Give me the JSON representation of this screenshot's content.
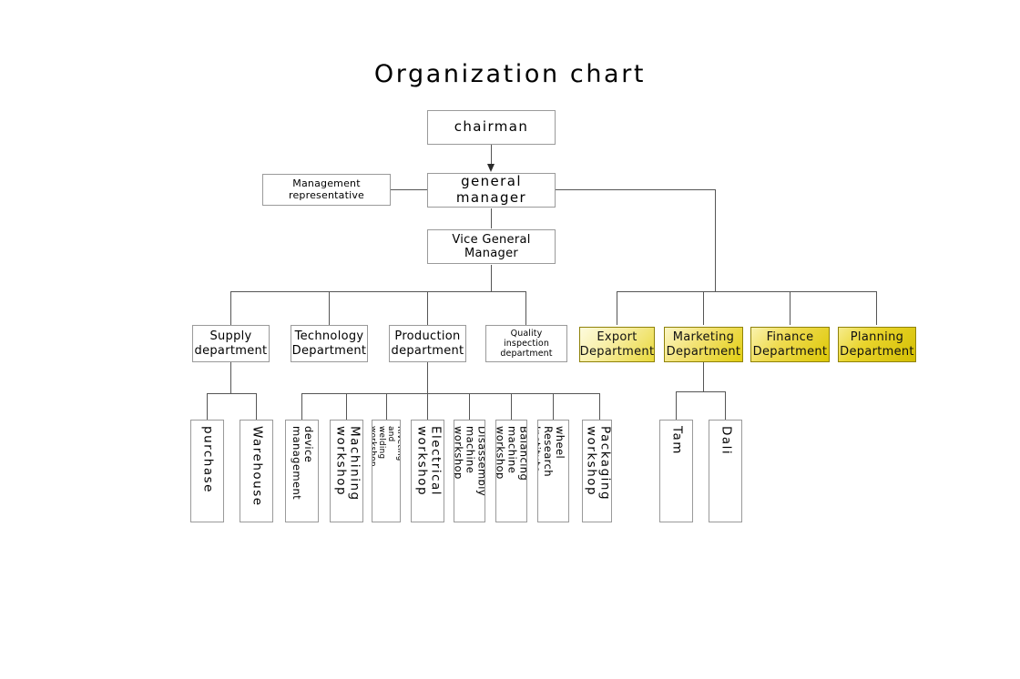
{
  "title": "Organization chart",
  "colors": {
    "line": "#555555",
    "box_border": "#9a9a9a",
    "gold_border": "#8f8209",
    "gold_light": "#fdfbdd",
    "gold_deep": "#d4bf02",
    "text": "#000000",
    "background": "#ffffff"
  },
  "nodes": {
    "chairman": {
      "label": "chairman"
    },
    "management_representative": {
      "label": "Management representative"
    },
    "general_manager": {
      "label": "general manager"
    },
    "vice_general_manager": {
      "label": "Vice General Manager"
    },
    "supply_department": {
      "label": "Supply\ndepartment"
    },
    "technology_department": {
      "label": "Technology\nDepartment"
    },
    "production_department": {
      "label": "Production\ndepartment"
    },
    "quality_inspection_department": {
      "label": "Quality\ninspection\ndepartment"
    },
    "export_department": {
      "label": "Export\nDepartment"
    },
    "marketing_department": {
      "label": "Marketing\nDepartment"
    },
    "finance_department": {
      "label": "Finance\nDepartment"
    },
    "planning_department": {
      "label": "Planning\nDepartment"
    },
    "purchase": {
      "label": "purchase"
    },
    "warehouse": {
      "label": "Warehouse"
    },
    "device_management": {
      "label": "device\nmanagement"
    },
    "machining_workshop": {
      "label": "Machining\nworkshop"
    },
    "riveting_welding_workshop": {
      "label": "Riveting and\nwelding workshop"
    },
    "electrical_workshop": {
      "label": "Electrical\nworkshop"
    },
    "disassembly_machine_workshop": {
      "label": "Disassembly\nmachine\nworkshop"
    },
    "balancing_machine_workshop": {
      "label": "Balancing\nmachine\nworkshop"
    },
    "four_wheel_research_institute": {
      "label": "Four wheel\nResearch\nInstitute"
    },
    "packaging_workshop": {
      "label": "Packaging\nworkshop"
    },
    "tam": {
      "label": "Tam"
    },
    "dali": {
      "label": "Dali"
    }
  }
}
